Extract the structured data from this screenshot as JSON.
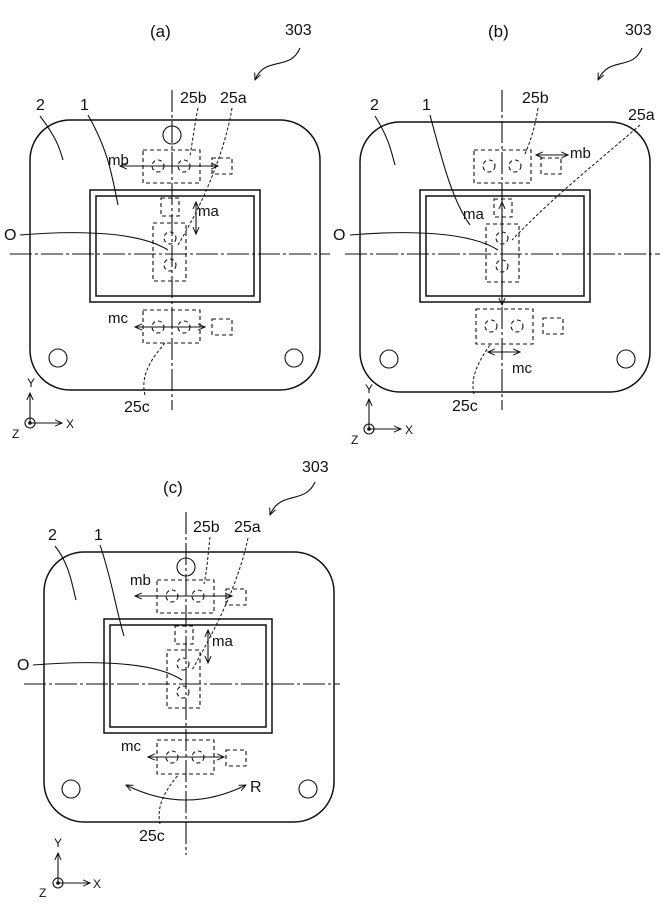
{
  "figures": [
    {
      "id": "a",
      "label": "(a)",
      "ref": "303",
      "labels": {
        "housing": "2",
        "plate": "1",
        "origin": "O",
        "a": "25a",
        "b": "25b",
        "c": "25c",
        "ma": "ma",
        "mb": "mb",
        "mc": "mc"
      },
      "axes": {
        "y": "Y",
        "x": "X",
        "z": "Z"
      }
    },
    {
      "id": "b",
      "label": "(b)",
      "ref": "303",
      "labels": {
        "housing": "2",
        "plate": "1",
        "origin": "O",
        "a": "25a",
        "b": "25b",
        "c": "25c",
        "ma": "ma",
        "mb": "mb",
        "mc": "mc"
      },
      "axes": {
        "y": "Y",
        "x": "X",
        "z": "Z"
      }
    },
    {
      "id": "c",
      "label": "(c)",
      "ref": "303",
      "labels": {
        "housing": "2",
        "plate": "1",
        "origin": "O",
        "a": "25a",
        "b": "25b",
        "c": "25c",
        "ma": "ma",
        "mb": "mb",
        "mc": "mc",
        "rotation": "R"
      },
      "axes": {
        "y": "Y",
        "x": "X",
        "z": "Z"
      }
    }
  ]
}
